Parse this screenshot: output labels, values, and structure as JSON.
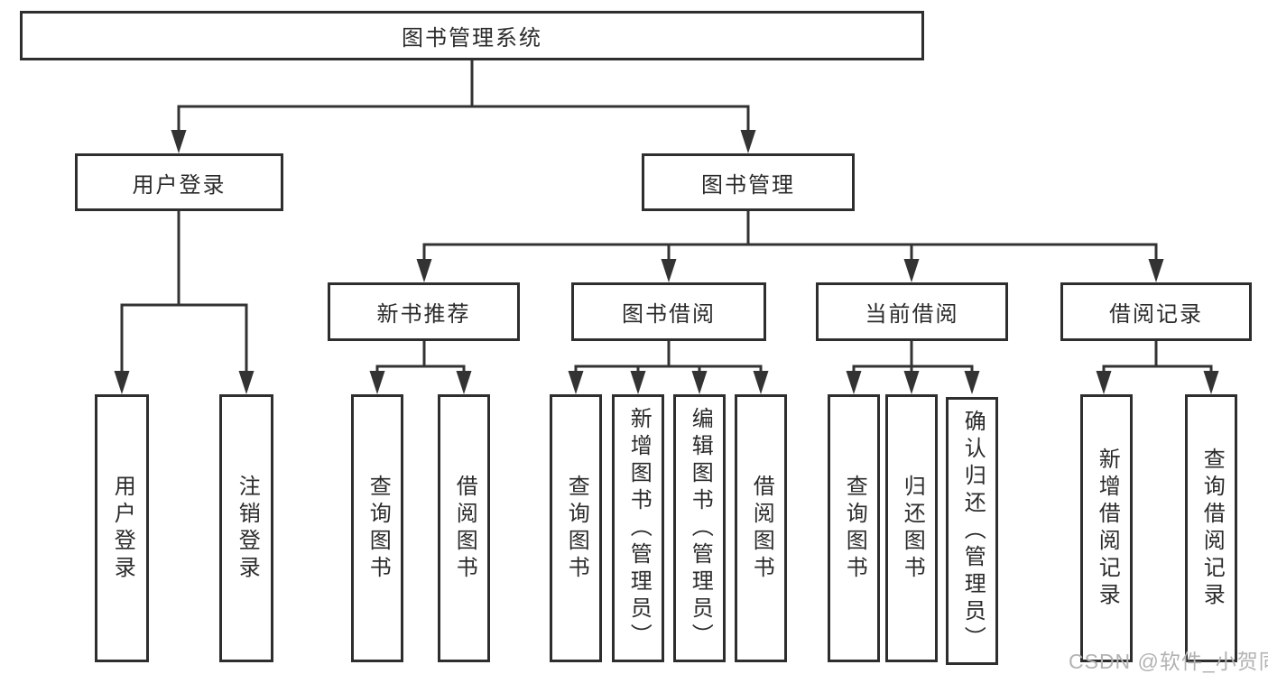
{
  "nodes": {
    "root": {
      "label": "图书管理系统"
    },
    "user_login": {
      "label": "用户登录"
    },
    "book_mgmt": {
      "label": "图书管理"
    },
    "new_book_rec": {
      "label": "新书推荐"
    },
    "book_borrow": {
      "label": "图书借阅"
    },
    "current_borrow": {
      "label": "当前借阅"
    },
    "borrow_records": {
      "label": "借阅记录"
    },
    "leaf_user_login": {
      "label": "用户登录"
    },
    "leaf_logout": {
      "label": "注销登录"
    },
    "leaf_query_book_1": {
      "label": "查询图书"
    },
    "leaf_borrow_book_1": {
      "label": "借阅图书"
    },
    "leaf_query_book_2": {
      "label": "查询图书"
    },
    "leaf_add_book": {
      "label": "新增图书（管理员）"
    },
    "leaf_edit_book": {
      "label": "编辑图书（管理员）"
    },
    "leaf_borrow_book_2": {
      "label": "借阅图书"
    },
    "leaf_query_book_3": {
      "label": "查询图书"
    },
    "leaf_return_book": {
      "label": "归还图书"
    },
    "leaf_confirm_return": {
      "label": "确认归还（管理员）"
    },
    "leaf_add_record": {
      "label": "新增借阅记录"
    },
    "leaf_query_record": {
      "label": "查询借阅记录"
    }
  },
  "watermark": {
    "text": "CSDN @软件_小贺同学"
  },
  "colors": {
    "line": "#333333",
    "box_border": "#2e2e2e",
    "text": "#2b2b2b",
    "watermark": "#b3b3b3",
    "background": "#ffffff"
  }
}
